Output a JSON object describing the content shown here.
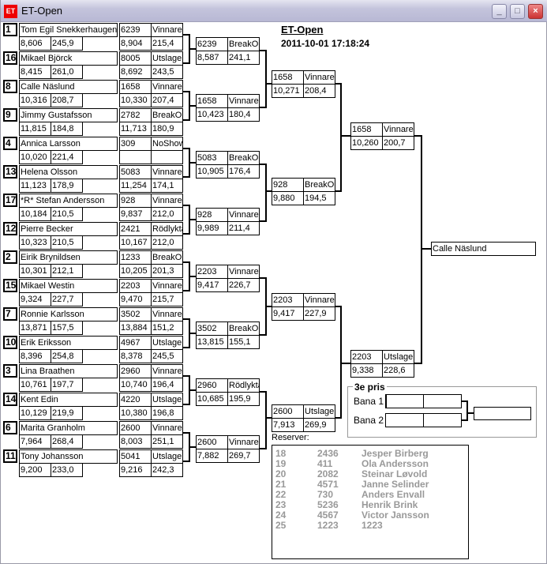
{
  "window": {
    "title": "ET-Open",
    "minimize": "_",
    "maximize": "□",
    "close": "×"
  },
  "header": {
    "title": "ET-Open",
    "datetime": "2011-10-01 17:18:24"
  },
  "entrants": [
    {
      "seed": "1",
      "name": "Tom Egil Snekkerhaugen",
      "time": "8,606",
      "speed": "245,9"
    },
    {
      "seed": "16",
      "name": "Mikael Björck",
      "time": "8,415",
      "speed": "261,0"
    },
    {
      "seed": "8",
      "name": "Calle Näslund",
      "time": "10,316",
      "speed": "208,7"
    },
    {
      "seed": "9",
      "name": "Jimmy Gustafsson",
      "time": "11,815",
      "speed": "184,8"
    },
    {
      "seed": "4",
      "name": "Annica Larsson",
      "time": "10,020",
      "speed": "221,4"
    },
    {
      "seed": "13",
      "name": "Helena Olsson",
      "time": "11,123",
      "speed": "178,9"
    },
    {
      "seed": "17",
      "name": "*R* Stefan Andersson",
      "time": "10,184",
      "speed": "210,5"
    },
    {
      "seed": "12",
      "name": "Pierre Becker",
      "time": "10,323",
      "speed": "210,5"
    },
    {
      "seed": "2",
      "name": "Eirik Brynildsen",
      "time": "10,301",
      "speed": "212,1"
    },
    {
      "seed": "15",
      "name": "Mikael Westin",
      "time": "9,324",
      "speed": "227,7"
    },
    {
      "seed": "7",
      "name": "Ronnie Karlsson",
      "time": "13,871",
      "speed": "157,5"
    },
    {
      "seed": "10",
      "name": "Erik Eriksson",
      "time": "8,396",
      "speed": "254,8"
    },
    {
      "seed": "3",
      "name": "Lina Braathen",
      "time": "10,761",
      "speed": "197,7"
    },
    {
      "seed": "14",
      "name": "Kent Edin",
      "time": "10,129",
      "speed": "219,9"
    },
    {
      "seed": "6",
      "name": "Marita Granholm",
      "time": "7,964",
      "speed": "268,4"
    },
    {
      "seed": "11",
      "name": "Tony Johansson",
      "time": "9,200",
      "speed": "233,0"
    }
  ],
  "round1": [
    {
      "num": "6239",
      "status": "Vinnare",
      "time": "8,904",
      "speed": "215,4"
    },
    {
      "num": "8005",
      "status": "Utslagen",
      "time": "8,692",
      "speed": "243,5"
    },
    {
      "num": "1658",
      "status": "Vinnare",
      "time": "10,330",
      "speed": "207,4"
    },
    {
      "num": "2782",
      "status": "BreakOut",
      "time": "11,713",
      "speed": "180,9"
    },
    {
      "num": "309",
      "status": "NoShow",
      "time": "",
      "speed": ""
    },
    {
      "num": "5083",
      "status": "Vinnare",
      "time": "11,254",
      "speed": "174,1"
    },
    {
      "num": "928",
      "status": "Vinnare",
      "time": "9,837",
      "speed": "212,0"
    },
    {
      "num": "2421",
      "status": "Rödlykta",
      "time": "10,167",
      "speed": "212,0"
    },
    {
      "num": "1233",
      "status": "BreakOut",
      "time": "10,205",
      "speed": "201,3"
    },
    {
      "num": "2203",
      "status": "Vinnare",
      "time": "9,470",
      "speed": "215,7"
    },
    {
      "num": "3502",
      "status": "Vinnare",
      "time": "13,884",
      "speed": "151,2"
    },
    {
      "num": "4967",
      "status": "Utslagen",
      "time": "8,378",
      "speed": "245,5"
    },
    {
      "num": "2960",
      "status": "Vinnare",
      "time": "10,740",
      "speed": "196,4"
    },
    {
      "num": "4220",
      "status": "Utslagen",
      "time": "10,380",
      "speed": "196,8"
    },
    {
      "num": "2600",
      "status": "Vinnare",
      "time": "8,003",
      "speed": "251,1"
    },
    {
      "num": "5041",
      "status": "Utslagen",
      "time": "9,216",
      "speed": "242,3"
    }
  ],
  "round2": [
    {
      "num": "6239",
      "status": "BreakOut",
      "time": "8,587",
      "speed": "241,1"
    },
    {
      "num": "1658",
      "status": "Vinnare",
      "time": "10,423",
      "speed": "180,4"
    },
    {
      "num": "5083",
      "status": "BreakOut",
      "time": "10,905",
      "speed": "176,4"
    },
    {
      "num": "928",
      "status": "Vinnare",
      "time": "9,989",
      "speed": "211,4"
    },
    {
      "num": "2203",
      "status": "Vinnare",
      "time": "9,417",
      "speed": "226,7"
    },
    {
      "num": "3502",
      "status": "BreakOut",
      "time": "13,815",
      "speed": "155,1"
    },
    {
      "num": "2960",
      "status": "Rödlykta",
      "time": "10,685",
      "speed": "195,9"
    },
    {
      "num": "2600",
      "status": "Vinnare",
      "time": "7,882",
      "speed": "269,7"
    }
  ],
  "round3": [
    {
      "num": "1658",
      "status": "Vinnare",
      "time": "10,271",
      "speed": "208,4"
    },
    {
      "num": "928",
      "status": "BreakOut",
      "time": "9,880",
      "speed": "194,5"
    },
    {
      "num": "2203",
      "status": "Vinnare",
      "time": "9,417",
      "speed": "227,9"
    },
    {
      "num": "2600",
      "status": "Utslagen",
      "time": "7,913",
      "speed": "269,9"
    }
  ],
  "round4": [
    {
      "num": "1658",
      "status": "Vinnare",
      "time": "10,260",
      "speed": "200,7"
    },
    {
      "num": "2203",
      "status": "Utslagen",
      "time": "9,338",
      "speed": "228,6"
    }
  ],
  "final": {
    "winner": "Calle Näslund"
  },
  "third_place": {
    "label": "3e pris",
    "lane1": "Bana 1",
    "lane2": "Bana 2",
    "lane1_a": "",
    "lane1_b": "",
    "lane2_a": "",
    "lane2_b": "",
    "result": ""
  },
  "reserves": {
    "label": "Reserver:",
    "rows": [
      {
        "pos": "18",
        "num": "2436",
        "name": "Jesper Birberg"
      },
      {
        "pos": "19",
        "num": "411",
        "name": "Ola Andersson"
      },
      {
        "pos": "20",
        "num": "2082",
        "name": "Steinar Løvold"
      },
      {
        "pos": "21",
        "num": "4571",
        "name": "Janne Selinder"
      },
      {
        "pos": "22",
        "num": "730",
        "name": "Anders Envall"
      },
      {
        "pos": "23",
        "num": "5236",
        "name": "Henrik Brink"
      },
      {
        "pos": "24",
        "num": "4567",
        "name": "Victor Jansson"
      },
      {
        "pos": "25",
        "num": "1223",
        "name": "1223"
      }
    ]
  }
}
